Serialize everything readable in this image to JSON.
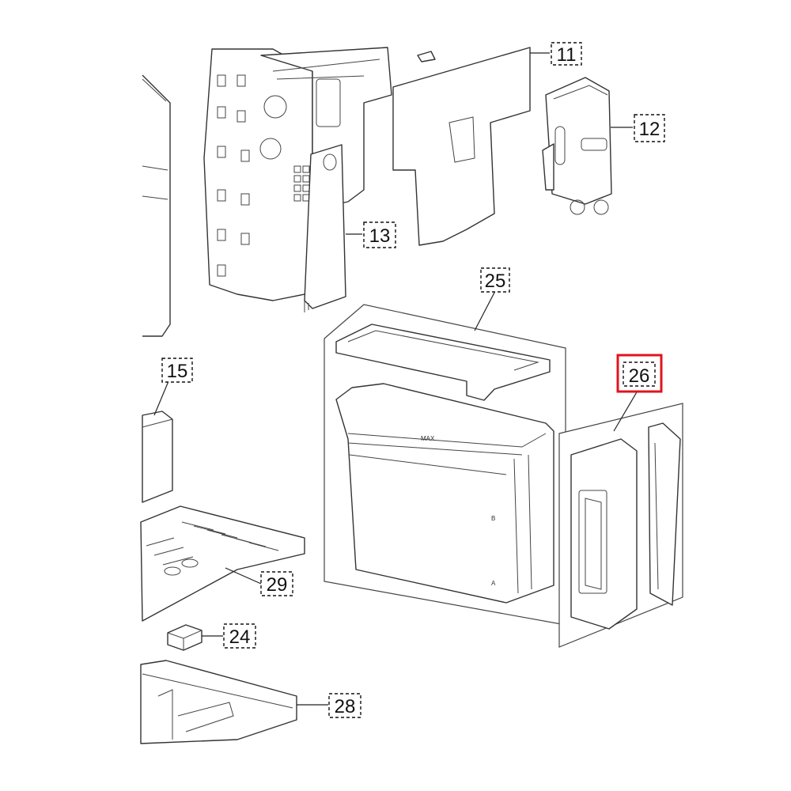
{
  "diagram": {
    "callouts": [
      {
        "id": "c11",
        "label": "11"
      },
      {
        "id": "c12",
        "label": "12"
      },
      {
        "id": "c13",
        "label": "13"
      },
      {
        "id": "c25",
        "label": "25"
      },
      {
        "id": "c15",
        "label": "15"
      },
      {
        "id": "c26",
        "label": "26",
        "highlighted": true,
        "highlight_color": "#e0141e"
      },
      {
        "id": "c29",
        "label": "29"
      },
      {
        "id": "c24",
        "label": "24"
      },
      {
        "id": "c28",
        "label": "28"
      }
    ],
    "tank_marks": {
      "max": "MAX",
      "b": "B",
      "a": "A"
    }
  }
}
